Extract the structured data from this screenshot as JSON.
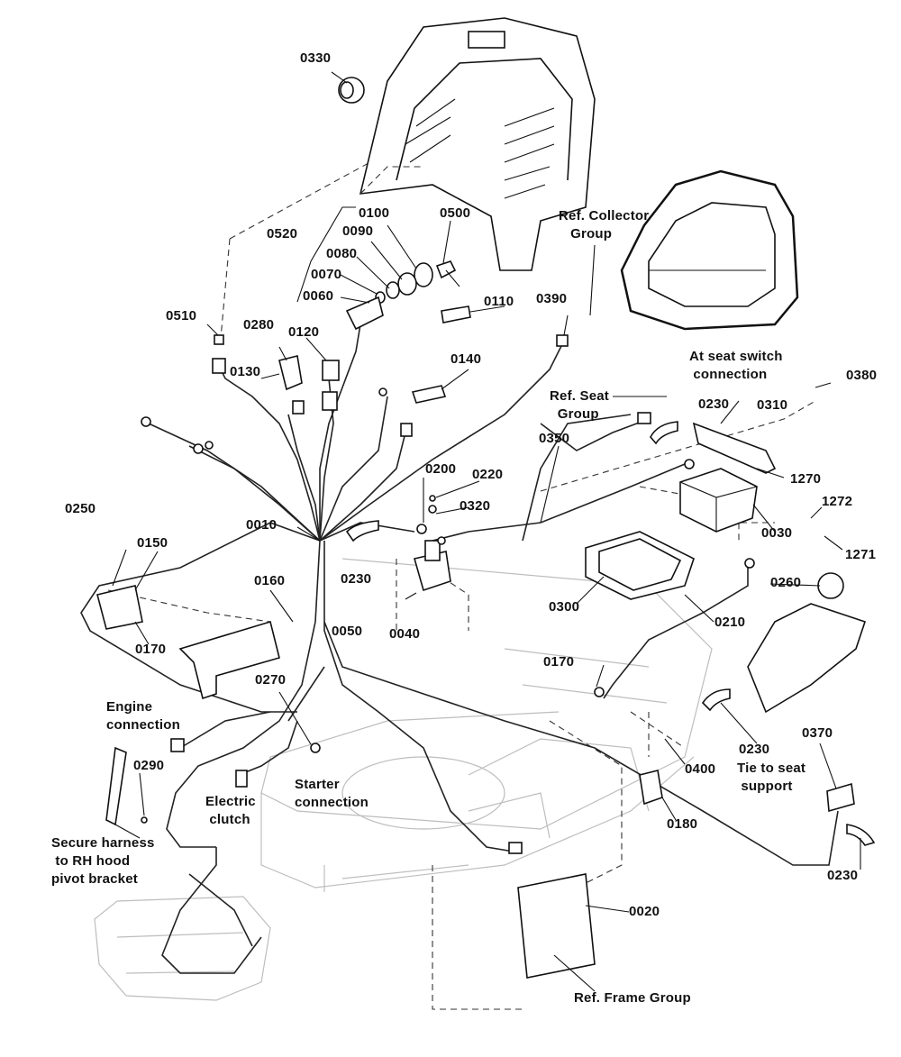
{
  "part_labels": {
    "p0010": "0010",
    "p0020": "0020",
    "p0030": "0030",
    "p0040": "0040",
    "p0050": "0050",
    "p0060": "0060",
    "p0070": "0070",
    "p0080": "0080",
    "p0090": "0090",
    "p0100": "0100",
    "p0110": "0110",
    "p0120": "0120",
    "p0130": "0130",
    "p0140": "0140",
    "p0150": "0150",
    "p0160": "0160",
    "p0170a": "0170",
    "p0170b": "0170",
    "p0180": "0180",
    "p0200": "0200",
    "p0210": "0210",
    "p0220": "0220",
    "p0230a": "0230",
    "p0230b": "0230",
    "p0230c": "0230",
    "p0230d": "0230",
    "p0250": "0250",
    "p0260": "0260",
    "p0270": "0270",
    "p0280": "0280",
    "p0290": "0290",
    "p0300": "0300",
    "p0310": "0310",
    "p0320": "0320",
    "p0330": "0330",
    "p0350": "0350",
    "p0370": "0370",
    "p0380": "0380",
    "p0390": "0390",
    "p0400": "0400",
    "p0500": "0500",
    "p0510": "0510",
    "p0520": "0520",
    "p1270": "1270",
    "p1271": "1271",
    "p1272": "1272"
  },
  "notes": {
    "collector": "Ref. Collector\n   Group",
    "seat_group": "Ref. Seat\n  Group",
    "seat_switch": "At seat switch\n connection",
    "engine": "Engine\nconnection",
    "electric_clutch": "Electric\n clutch",
    "starter": "Starter\nconnection",
    "tie_seat": "Tie to seat\n support",
    "hood": "Secure harness\n to RH hood\npivot bracket",
    "frame": "Ref. Frame Group"
  }
}
